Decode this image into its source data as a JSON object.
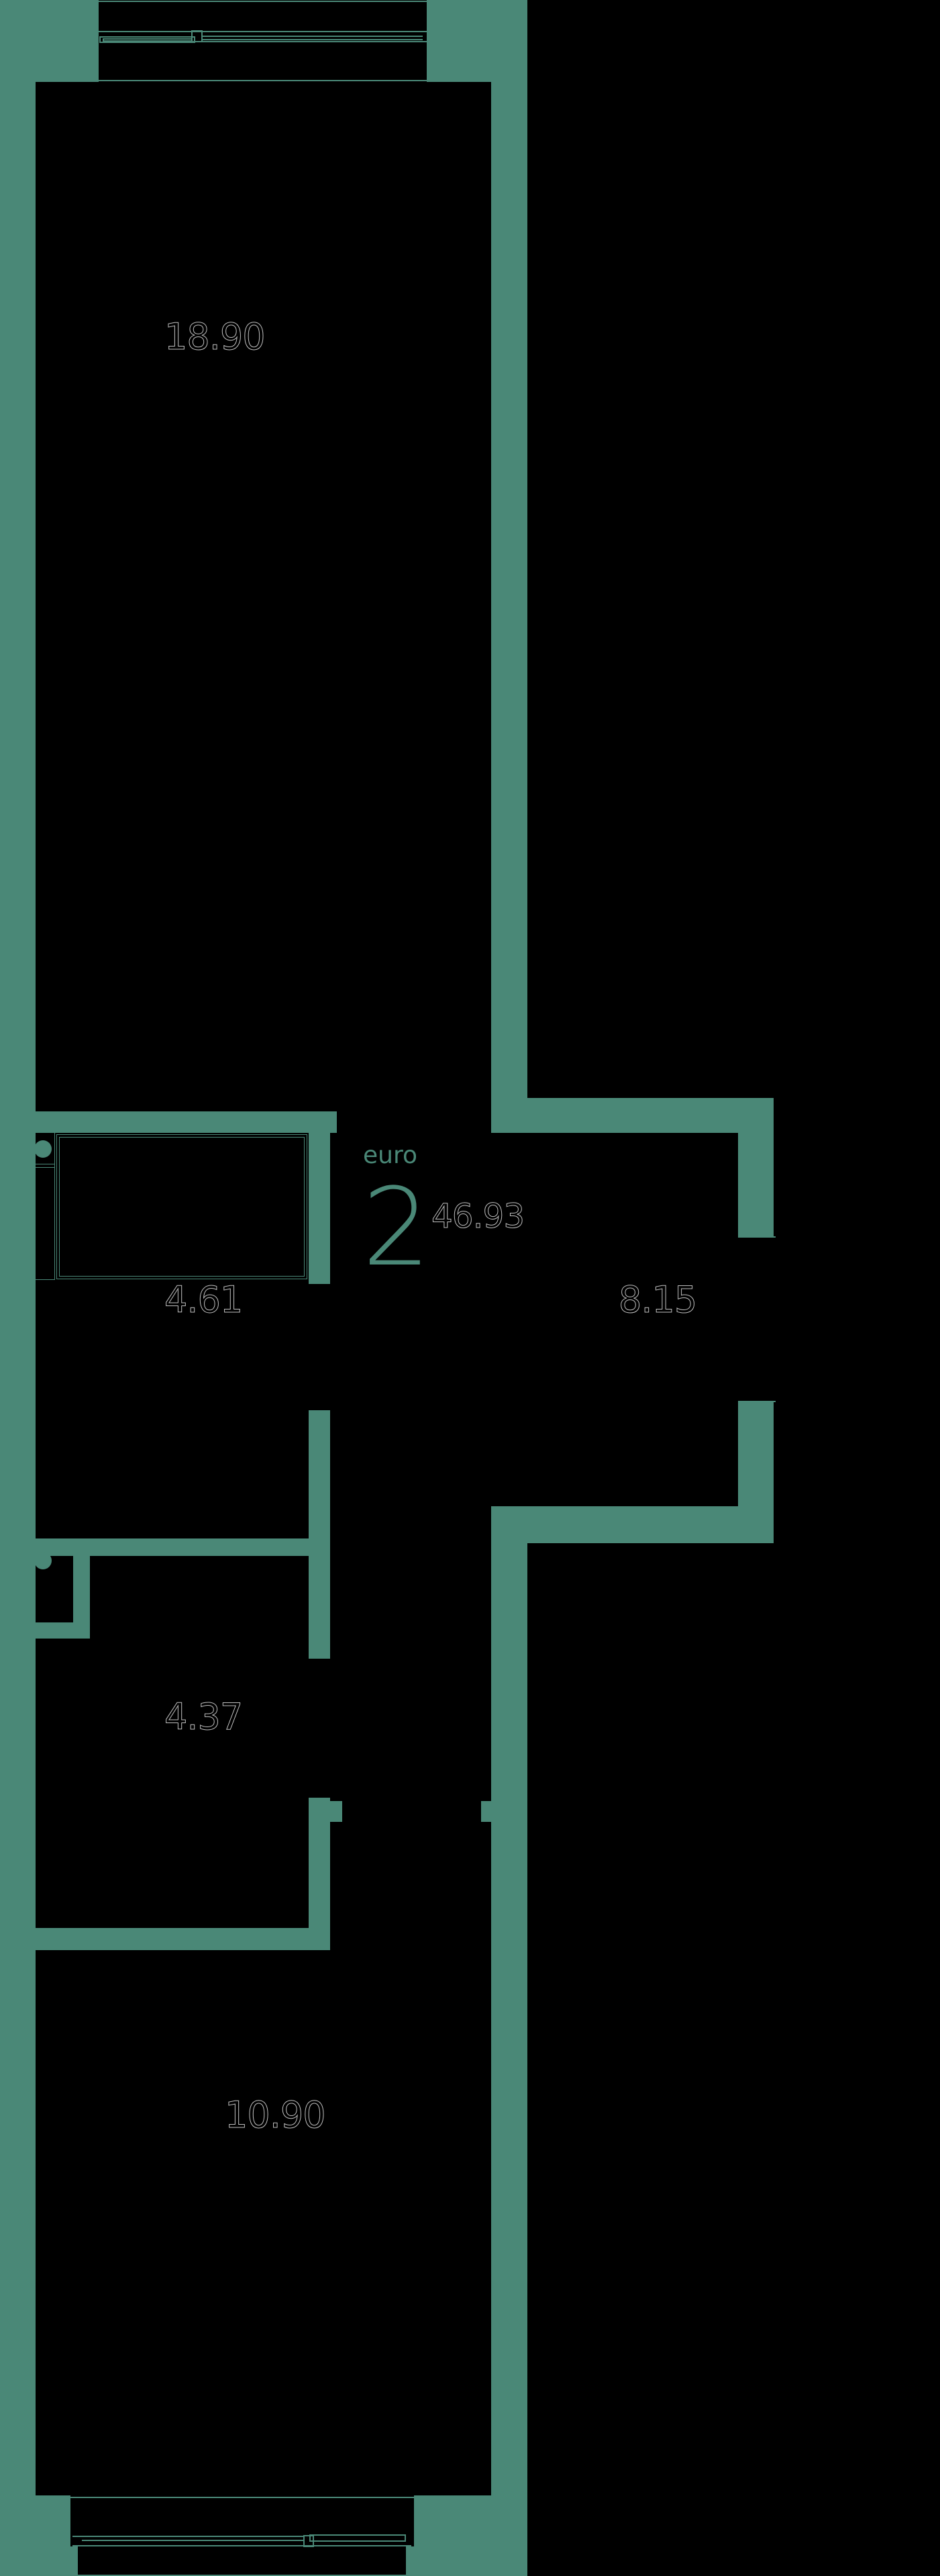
{
  "plan": {
    "type_label": "euro",
    "rooms_count": "2",
    "total_area": "46.93",
    "wall_color": "#4a8877",
    "background_color": "#000000",
    "rooms": [
      {
        "id": "living-room",
        "area": "18.90"
      },
      {
        "id": "bathroom",
        "area": "4.61"
      },
      {
        "id": "kitchen-living",
        "area": "8.15"
      },
      {
        "id": "hallway",
        "area": "4.37"
      },
      {
        "id": "bedroom",
        "area": "10.90"
      }
    ]
  }
}
